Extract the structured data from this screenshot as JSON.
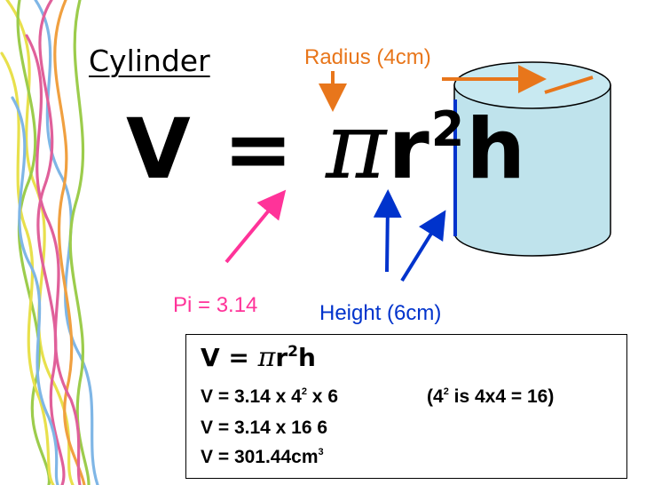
{
  "slide": {
    "title": "Cylinder",
    "labels": {
      "radius": "Radius (4cm)",
      "pi": "Pi = 3.14",
      "height": "Height (6cm)"
    },
    "formula": {
      "lhs": "V =",
      "pi_symbol": "π",
      "r": "r",
      "exponent": "2",
      "h": "h"
    },
    "calculation": {
      "heading": {
        "lhs": "V =",
        "pi_symbol": "π",
        "r": "r",
        "exponent": "2",
        "h": "h"
      },
      "line1": {
        "prefix": "V = 3.14 x 4",
        "exponent": "2",
        "suffix": " x 6"
      },
      "note": {
        "prefix": "(4",
        "exponent": "2",
        "suffix": " is 4x4 = 16)"
      },
      "line2": "V = 3.14 x 16 6",
      "line3": {
        "text": "V = 301.44cm",
        "exponent": "3"
      }
    },
    "colors": {
      "radius": "#e8761b",
      "pi": "#ff3399",
      "height": "#0033cc",
      "cylinder_fill": "#bfe3ec",
      "cylinder_top": "#c8e9f1",
      "cylinder_outline": "#000000",
      "ribbon_yellow": "#e8e04c",
      "ribbon_green": "#9ccc4c",
      "ribbon_blue": "#7fb6e6",
      "ribbon_pink": "#e0609a",
      "ribbon_orange": "#f0a040"
    },
    "icons": {
      "decoration": "ribbon-swirl-decoration",
      "shape": "cylinder-shape"
    }
  }
}
